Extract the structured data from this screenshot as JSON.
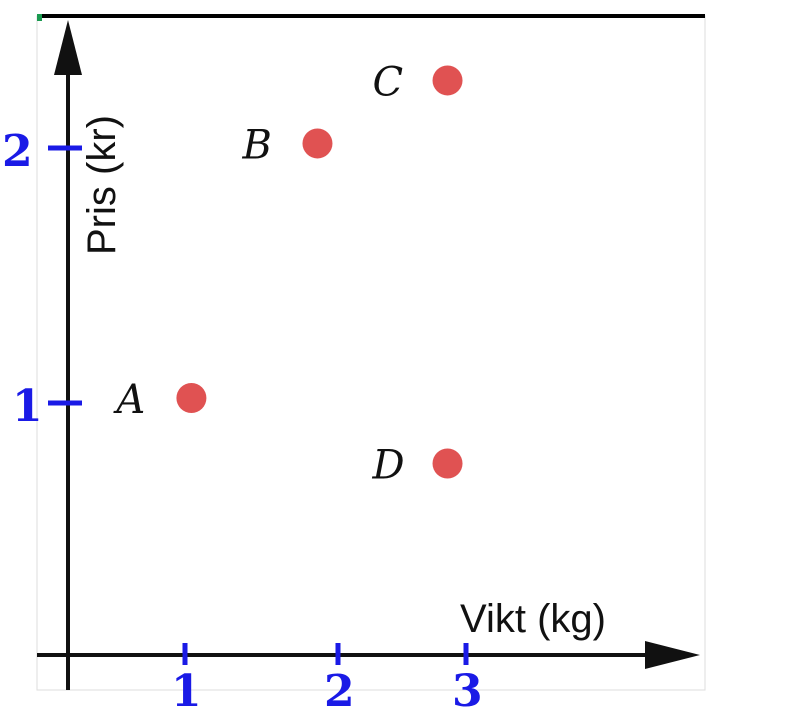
{
  "chart_data": {
    "type": "scatter",
    "title": "",
    "xlabel": "Vikt (kg)",
    "ylabel": "Pris (kr)",
    "xlim": [
      0,
      4.8
    ],
    "ylim": [
      0,
      2.55
    ],
    "grid": false,
    "x_ticks": [
      {
        "value": 1,
        "label": "1"
      },
      {
        "value": 2,
        "label": "2"
      },
      {
        "value": 3,
        "label": "3"
      }
    ],
    "y_ticks": [
      {
        "value": 1,
        "label": "1"
      },
      {
        "value": 2,
        "label": "2"
      }
    ],
    "points": [
      {
        "label": "A",
        "x": 0.93,
        "y": 1.02
      },
      {
        "label": "B",
        "x": 1.88,
        "y": 2.03
      },
      {
        "label": "C",
        "x": 2.86,
        "y": 2.28
      },
      {
        "label": "D",
        "x": 2.86,
        "y": 0.76
      }
    ],
    "colors": {
      "point": "#e05252",
      "tick": "#1a1ae6",
      "axis": "#111111"
    }
  }
}
